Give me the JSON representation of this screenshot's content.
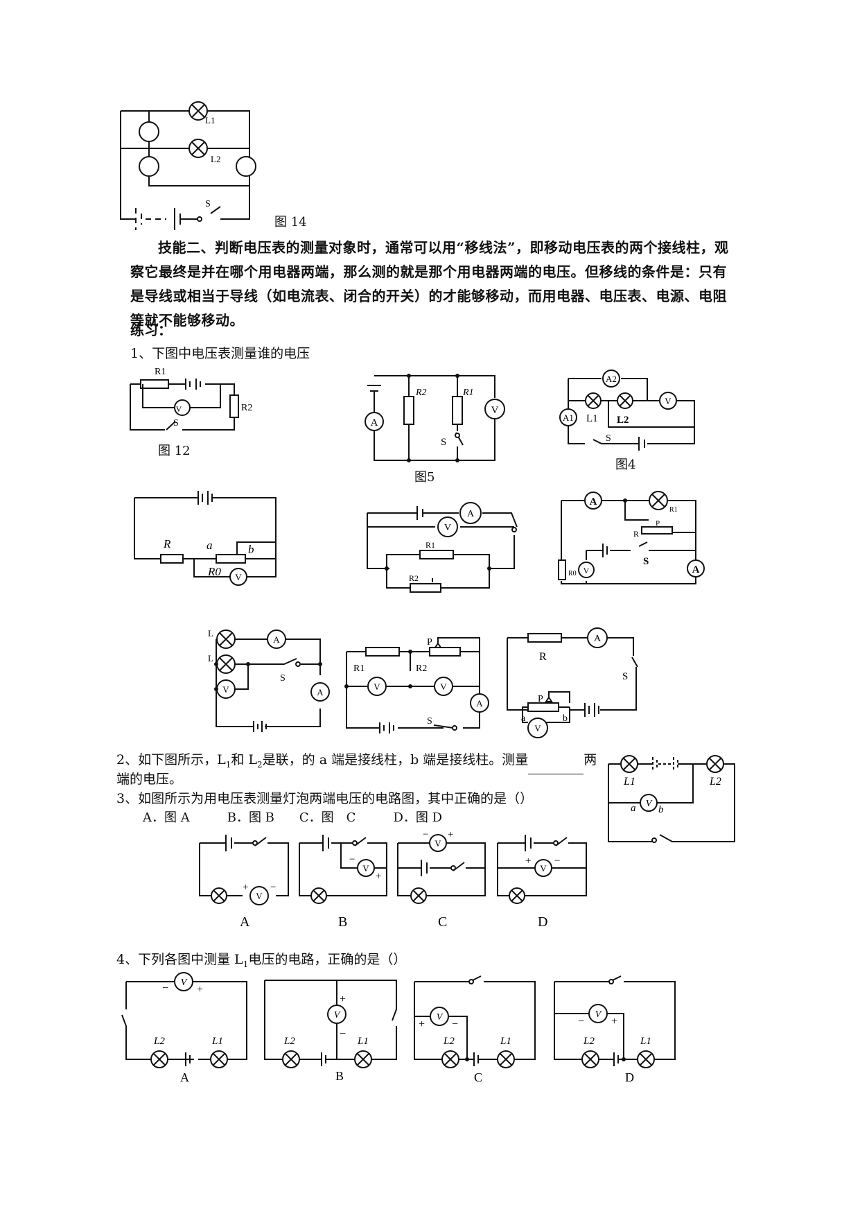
{
  "fig14_caption": "图 14",
  "skill2_text": "技能二、判断电压表的测量对象时，通常可以用“移线法”，即移动电压表的两个接线柱，观察它最终是并在哪个用电器两端，那么测的就是那个用电器两端的电压。但移线的条件是：只有是导线或相当于导线（如电流表、闭合的开关）的才能够移动，而用电器、电压表、电源、电阻等就不能够移动。",
  "practice_label": "练习：",
  "q1": "1、下图中电压表测量谁的电压",
  "fig12_caption": "图 12",
  "fig5_caption": "图5",
  "fig4_caption": "图4",
  "q2_part1": "2、如下图所示，L",
  "q2_part2": "和 L",
  "q2_part3": "是联，的 a 端是接线柱，b 端是接线柱。测量",
  "q2_part4": "两",
  "q2_line2": "端的电压。",
  "q3": "3、如图所示为用电压表测量灯泡两端电压的电路图，其中正确的是（）",
  "q3_options": "A．图 A　　　B．图 B　　C．图　C　　　D．图 D",
  "q4": "4、下列各图中测量 L",
  "q4_tail": "电压的电路，正确的是（）",
  "labels": {
    "L1": "L1",
    "L2": "L2",
    "S": "S",
    "R": "R",
    "R1": "R1",
    "R2": "R2",
    "R0": "R0",
    "P": "P",
    "a": "a",
    "b": "b",
    "V": "V",
    "A": "A",
    "A1": "A1",
    "A2": "A2",
    "figA": "A",
    "figB": "B",
    "figC": "C",
    "figD": "D",
    "plus": "+",
    "minus": "−"
  }
}
